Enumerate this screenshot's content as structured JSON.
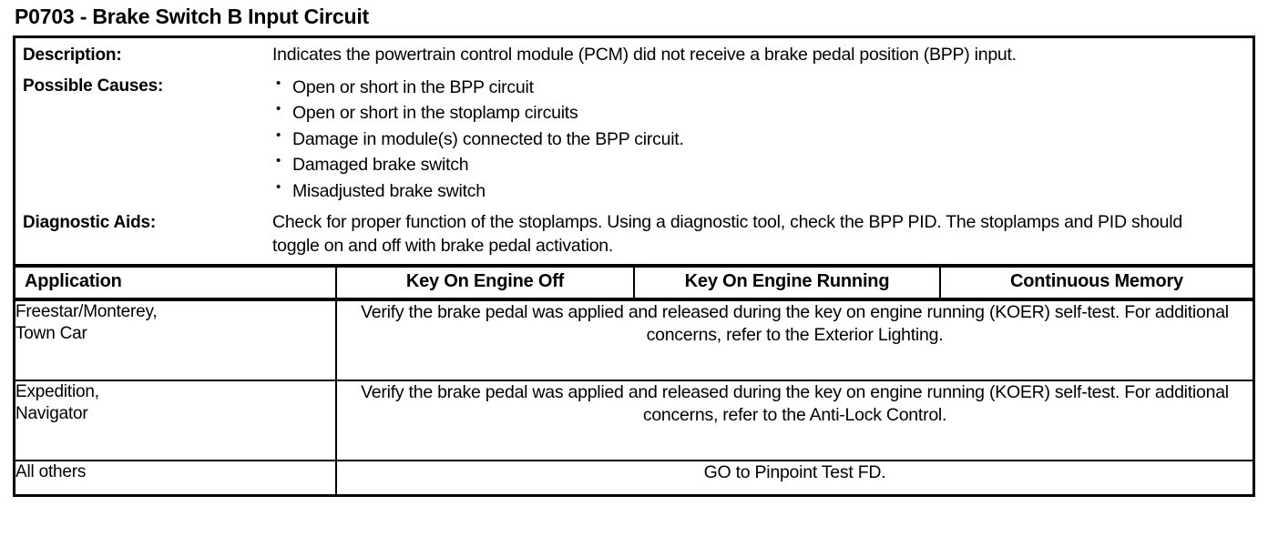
{
  "document": {
    "title": "P0703 - Brake Switch B Input Circuit"
  },
  "info": {
    "description": {
      "label": "Description:",
      "text": "Indicates the powertrain control module (PCM) did not receive a brake pedal position (BPP) input."
    },
    "possible_causes": {
      "label": "Possible Causes:",
      "items": [
        "Open or short in the BPP circuit",
        "Open or short in the stoplamp circuits",
        "Damage in module(s) connected to the BPP circuit.",
        "Damaged brake switch",
        "Misadjusted brake switch"
      ]
    },
    "diagnostic_aids": {
      "label": "Diagnostic Aids:",
      "text": "Check for proper function of the stoplamps. Using a diagnostic tool, check the BPP PID. The stoplamps and PID should toggle on and off with brake pedal activation."
    }
  },
  "table": {
    "headers": {
      "application": "Application",
      "key_on_engine_off": "Key On Engine Off",
      "key_on_engine_running": "Key On Engine Running",
      "continuous_memory": "Continuous Memory"
    },
    "rows": [
      {
        "application_line1": "Freestar/Monterey,",
        "application_line2": "Town Car",
        "action": "Verify the brake pedal was applied and released during the key on engine running (KOER) self-test. For additional concerns, refer to the Exterior Lighting."
      },
      {
        "application_line1": "Expedition,",
        "application_line2": "Navigator",
        "action": "Verify the brake pedal was applied and released during the key on engine running (KOER) self-test. For additional concerns, refer to the Anti-Lock Control."
      },
      {
        "application_line1": "All others",
        "application_line2": "",
        "action": "GO to Pinpoint Test FD."
      }
    ]
  }
}
